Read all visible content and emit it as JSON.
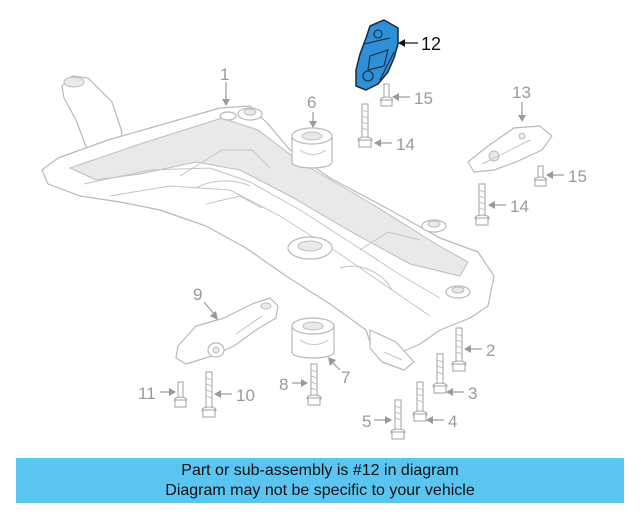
{
  "diagram": {
    "callouts": [
      "1",
      "2",
      "3",
      "4",
      "5",
      "6",
      "7",
      "8",
      "9",
      "10",
      "11",
      "12",
      "13",
      "14",
      "14",
      "15",
      "15"
    ],
    "highlighted_part": "12",
    "highlight_color": "#2f8fd8",
    "line_color": "#b9b9b9"
  },
  "banner": {
    "line1": "Part or sub-assembly is #12 in diagram",
    "line2": "Diagram may not be specific to your vehicle",
    "background": "#5bc5f2"
  }
}
